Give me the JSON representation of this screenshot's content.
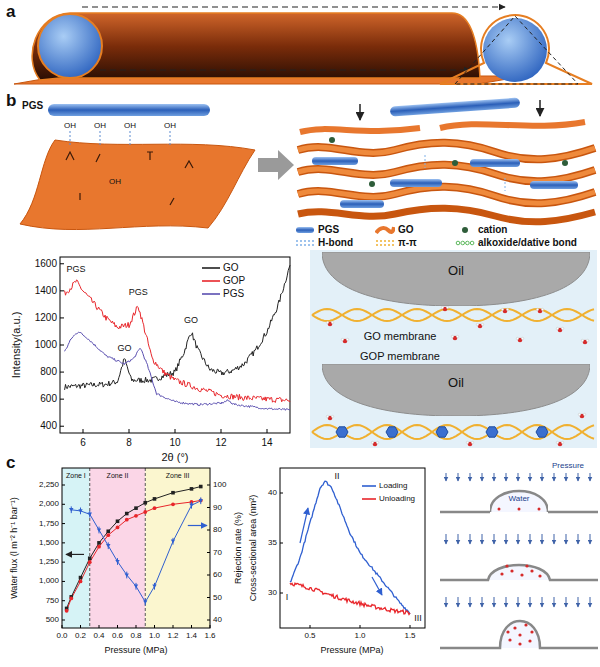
{
  "diagram": {
    "nodes": [
      {
        "text": [
          "Oil"
        ]
      },
      {
        "text": [
          "Oil"
        ]
      },
      {
        "text": [
          "Water"
        ]
      }
    ],
    "labels": [
      "a",
      "b",
      "PGS",
      "OH",
      "OH",
      "OH",
      "OH",
      "OH",
      "Intensity(a.u.)",
      "1600",
      "1400",
      "1200",
      "1000",
      "800",
      "600",
      "400",
      "PGS",
      "GO",
      "PGS",
      "GO",
      "6",
      "8",
      "10",
      "12",
      "14",
      "2θ (°)",
      "GO membrane",
      "GOP membrane",
      "c",
      "Zone I",
      "Zone II",
      "Zone III",
      "2,250",
      "2,000",
      "1,750",
      "1,500",
      "1,250",
      "1,000",
      "750",
      "500",
      "100",
      "90",
      "80",
      "70",
      "60",
      "50",
      "40",
      "0.0",
      "0.2",
      "0.4",
      "0.6",
      "0.8",
      "1.0",
      "1.2",
      "1.4",
      "1.6",
      "Water flux (l m⁻² h⁻¹ bar⁻¹)",
      "Rejection rate (%)",
      "Pressure (MPa)",
      "Cross-sectional area (nm²)",
      "40",
      "35",
      "30",
      "0.5",
      "1.0",
      "1.5",
      "Pressure (MPa)",
      "I",
      "II",
      "III",
      "Pressure"
    ],
    "legend": [
      {
        "text": "PGS"
      },
      {
        "text": "GO"
      },
      {
        "text": "cation"
      },
      {
        "text": "H-bond"
      },
      {
        "text": "π-π"
      },
      {
        "text": "alkoxide/dative bond"
      },
      {
        "text": "GO"
      },
      {
        "text": "GOP"
      },
      {
        "text": "PGS"
      },
      {
        "text": "Loading"
      },
      {
        "text": "Unloading"
      }
    ]
  }
}
